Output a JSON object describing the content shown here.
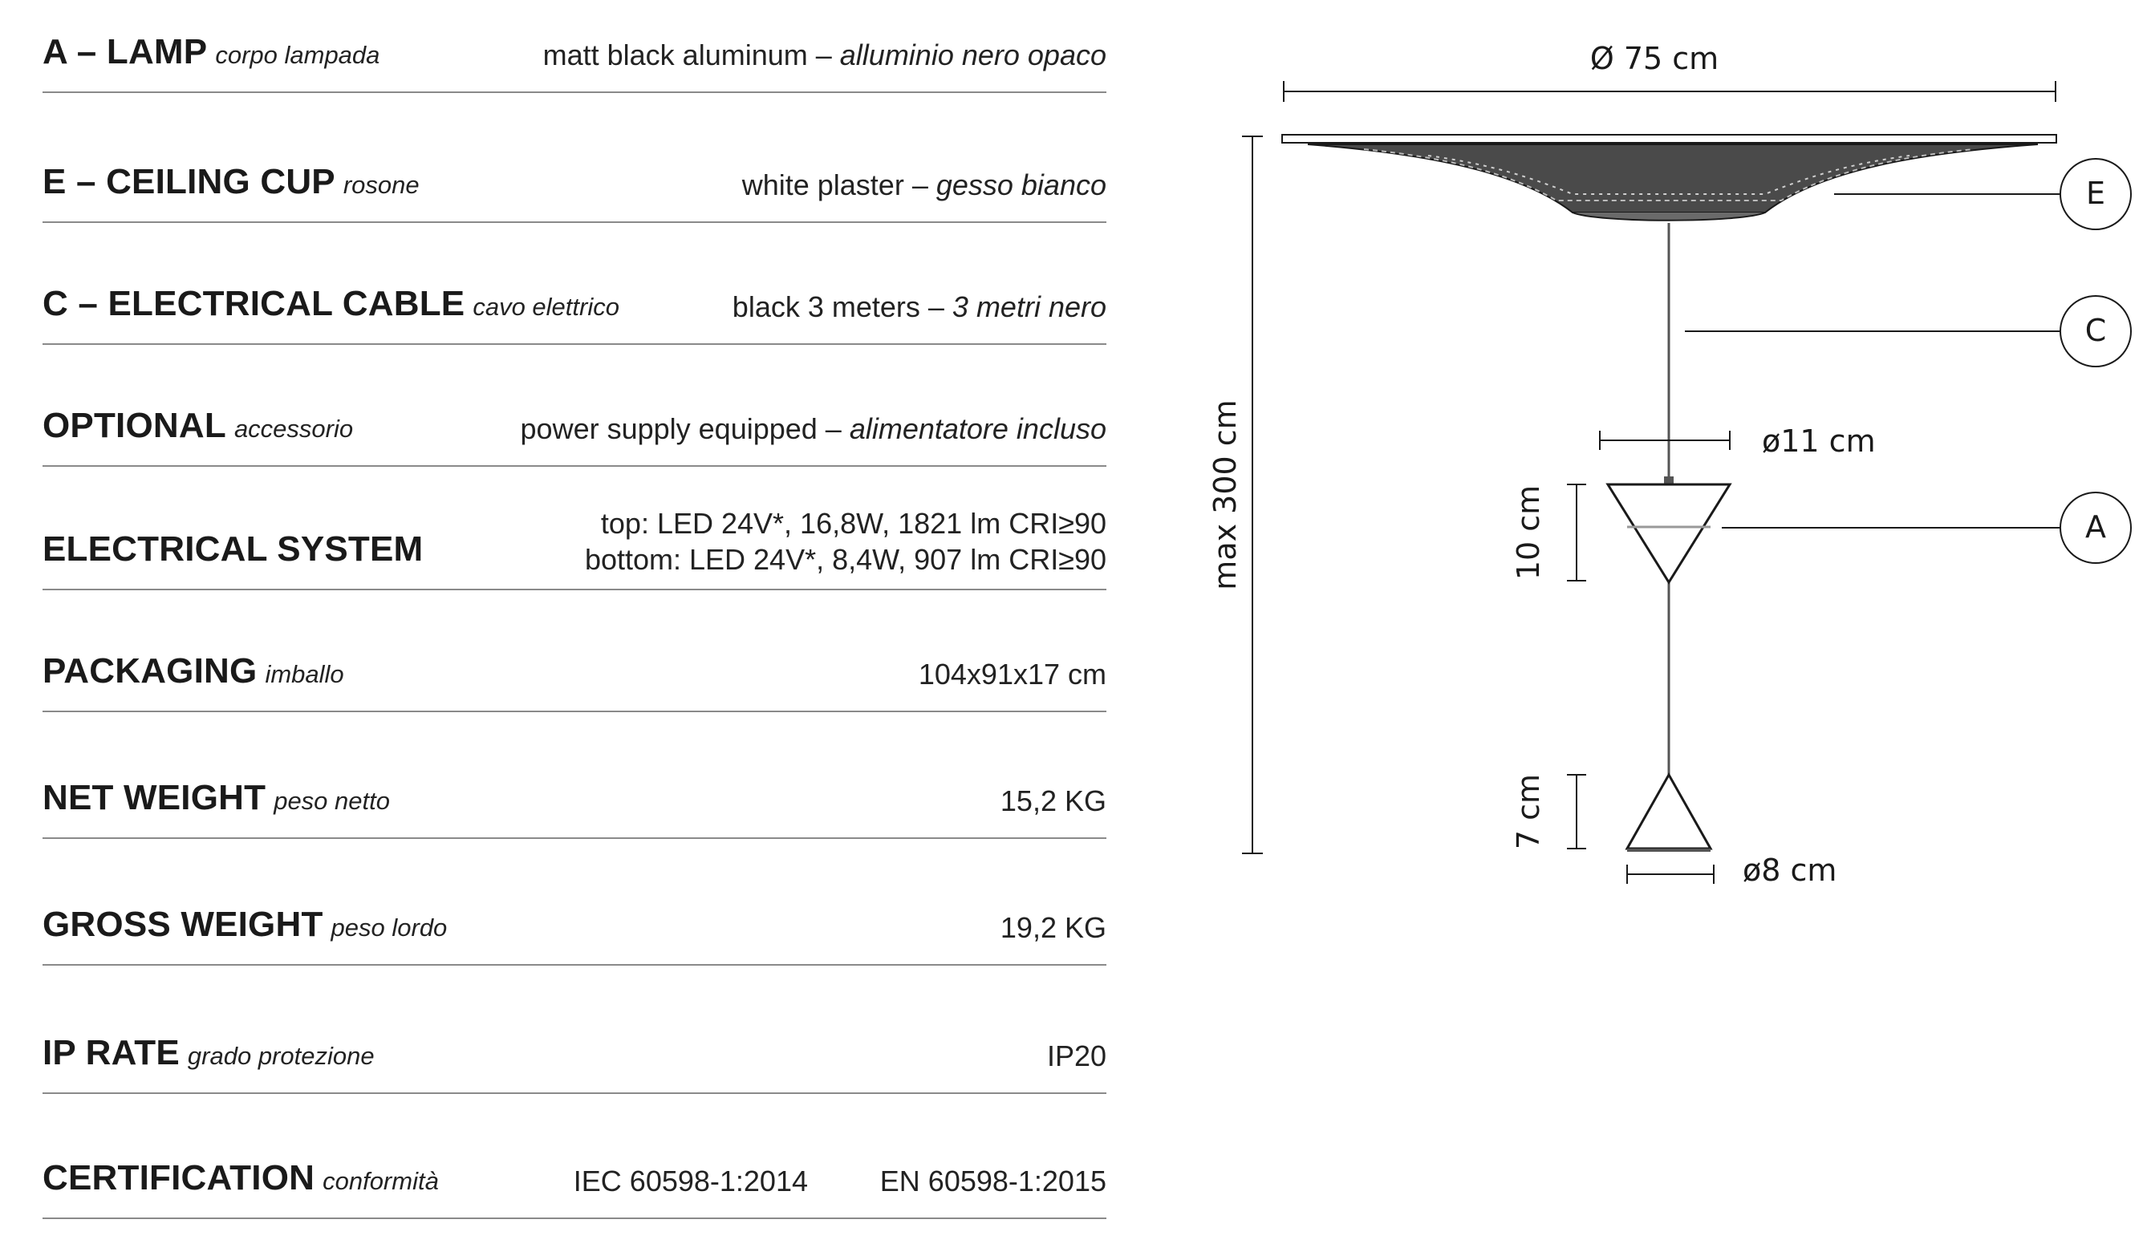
{
  "specs": [
    {
      "label": "A – LAMP",
      "sub": "corpo lampada",
      "value": "matt black aluminum – ",
      "value_it": "alluminio nero opaco"
    },
    {
      "label": "E – CEILING CUP",
      "sub": "rosone",
      "value": "white plaster – ",
      "value_it": "gesso bianco"
    },
    {
      "label": "C – ELECTRICAL CABLE",
      "sub": "cavo elettrico",
      "value": "black 3 meters  – ",
      "value_it": "3 metri nero"
    },
    {
      "label": "OPTIONAL",
      "sub": "accessorio",
      "value": "power supply equipped – ",
      "value_it": "alimentatore incluso"
    },
    {
      "label": "ELECTRICAL SYSTEM",
      "sub": "",
      "value_line1": "top: LED 24V*, 16,8W, 1821 lm CRI≥90",
      "value_line2": "bottom: LED 24V*, 8,4W, 907 lm CRI≥90"
    },
    {
      "label": "PACKAGING",
      "sub": "imballo",
      "value": "104x91x17 cm"
    },
    {
      "label": "NET WEIGHT",
      "sub": "peso netto",
      "value": "15,2 KG"
    },
    {
      "label": "GROSS WEIGHT",
      "sub": "peso lordo",
      "value": "19,2 KG"
    },
    {
      "label": "IP RATE",
      "sub": "grado protezione",
      "value": "IP20"
    },
    {
      "label": "CERTIFICATION",
      "sub": "conformità",
      "value_a": "IEC 60598-1:2014",
      "value_b": "EN 60598-1:2015"
    }
  ],
  "drawing": {
    "diameter_top": "Ø 75 cm",
    "height_max": "max 300 cm",
    "diameter_mid": "ø11 cm",
    "height_mid": "10 cm",
    "height_bottom": "7 cm",
    "diameter_bottom": "ø8 cm",
    "callouts": [
      "E",
      "C",
      "A"
    ]
  }
}
